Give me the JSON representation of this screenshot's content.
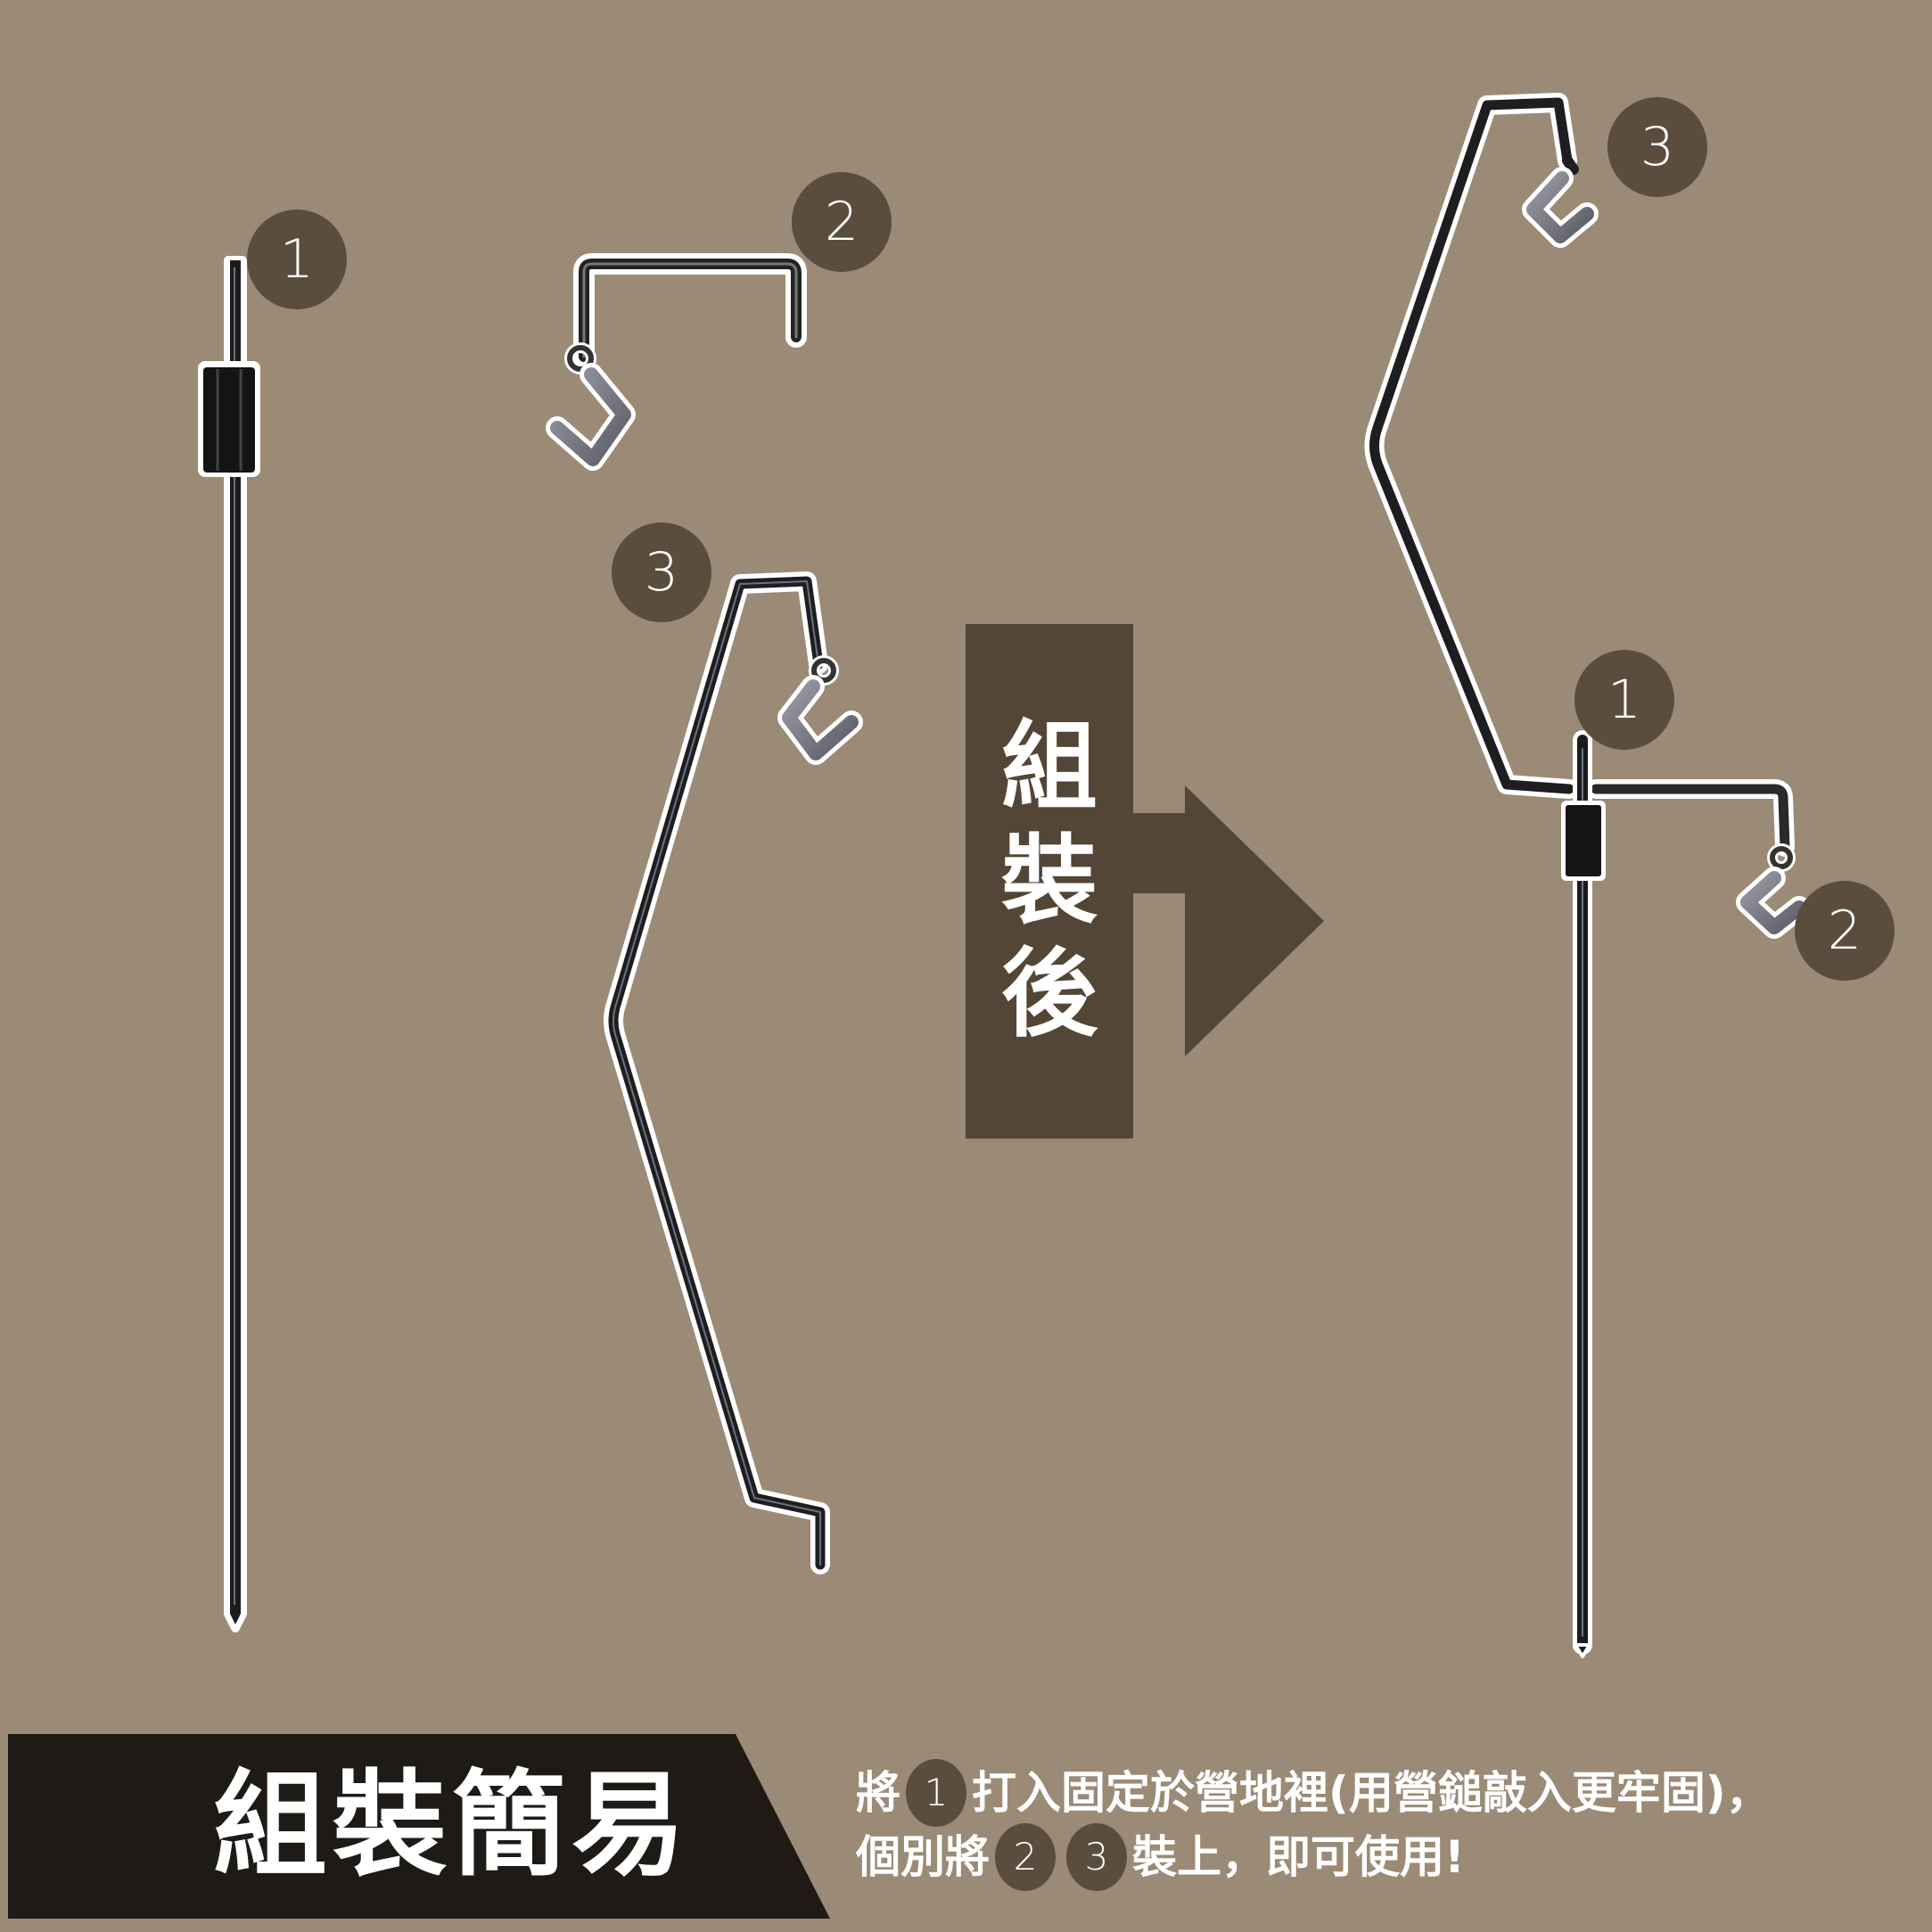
{
  "colors": {
    "background": "#9b8a75",
    "badge": "#5a4d3e",
    "arrow": "#534636",
    "banner": "#1e1b17",
    "text": "#ffffff",
    "wire": "#1a1a1a"
  },
  "parts": [
    {
      "id": "1",
      "name": "stake-pole",
      "badge_label": "1"
    },
    {
      "id": "2",
      "name": "short-hook-arm",
      "badge_label": "2"
    },
    {
      "id": "3",
      "name": "tall-hook-arm",
      "badge_label": "3"
    }
  ],
  "assembled": {
    "badges": [
      "3",
      "1",
      "2"
    ]
  },
  "after_label": {
    "chars": [
      "組",
      "裝",
      "後"
    ]
  },
  "banner": {
    "title": "組裝簡易"
  },
  "instructions": {
    "line1": {
      "before": "將",
      "badge": "1",
      "after": "打入固定於營地裡(用營鎚敲入更牢固)，"
    },
    "line2": {
      "before": "個別將",
      "badge_a": "2",
      "badge_b": "3",
      "after": "裝上，即可使用!"
    }
  }
}
